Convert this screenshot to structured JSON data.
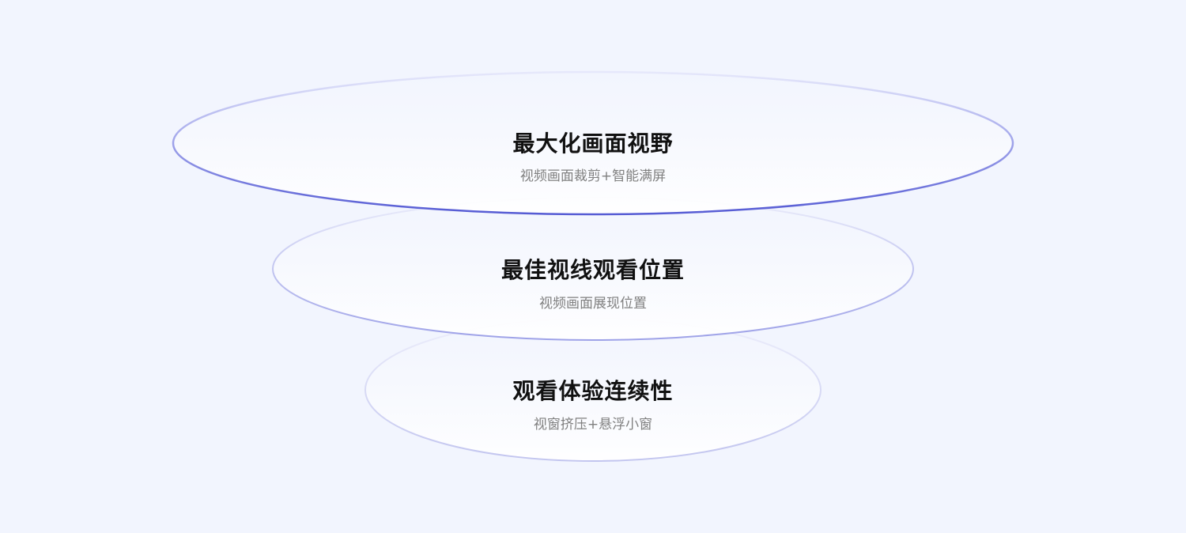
{
  "layers": [
    {
      "title": "最大化画面视野",
      "subtitle": "视频画面裁剪+智能满屏"
    },
    {
      "title": "最佳视线观看位置",
      "subtitle": "视频画面展现位置"
    },
    {
      "title": "观看体验连续性",
      "subtitle": "视窗挤压+悬浮小窗"
    }
  ],
  "colors": {
    "background": "#f2f5fe",
    "accent": "#5a5fd6",
    "title": "#111111",
    "subtitle": "#808080"
  }
}
